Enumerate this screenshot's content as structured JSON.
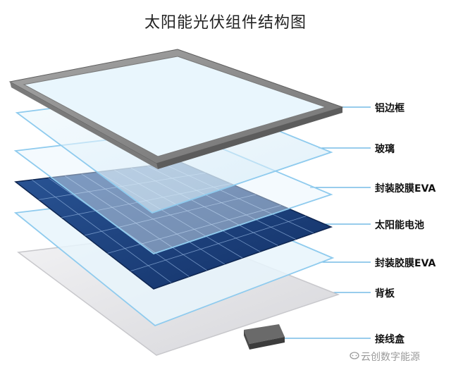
{
  "title": "太阳能光伏组件结构图",
  "labels": {
    "frame": "铝边框",
    "glass": "玻璃",
    "eva_top": "封装胶膜EVA",
    "cells": "太阳能电池",
    "eva_bottom": "封装胶膜EVA",
    "backsheet": "背板",
    "junction_box": "接线盒"
  },
  "watermark": {
    "icon": "chat-bubble-icon",
    "text": "云创数字能源"
  },
  "colors": {
    "frame": "#8c8c8c",
    "glass": "#dff1fb",
    "eva": "#e6f4fc",
    "cells": "#1b3f7a",
    "backsheet": "#e4e4e6",
    "leader": "#5aaee0",
    "junction_box": "#555555"
  }
}
